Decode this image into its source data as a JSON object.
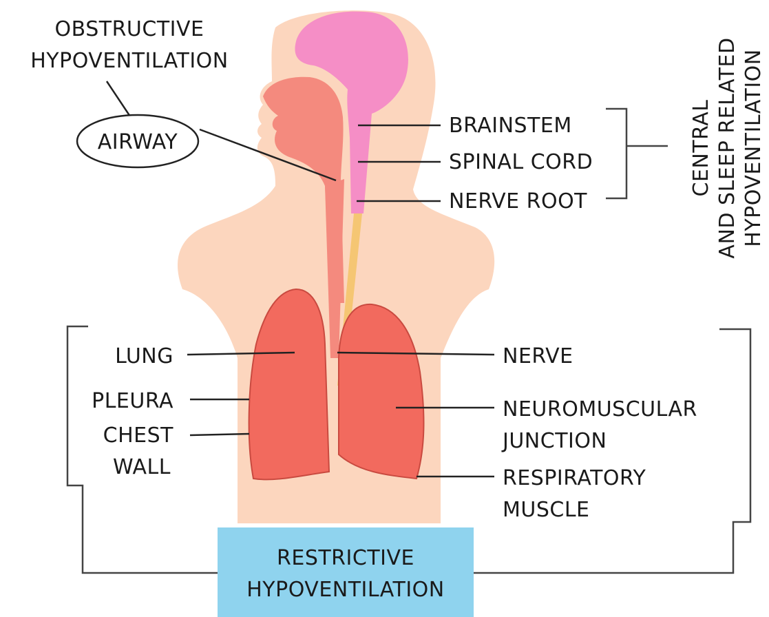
{
  "labels": {
    "obstructive_line1": "OBSTRUCTIVE",
    "obstructive_line2": "HYPOVENTILATION",
    "airway": "AIRWAY",
    "brainstem": "BRAINSTEM",
    "spinal_cord": "SPINAL CORD",
    "nerve_root": "NERVE ROOT",
    "central_line1": "CENTRAL",
    "central_line2": "AND SLEEP RELATED",
    "central_line3": "HYPOVENTILATION",
    "lung": "LUNG",
    "pleura": "PLEURA",
    "chest_line1": "CHEST",
    "chest_line2": "WALL",
    "nerve": "NERVE",
    "nmj_line1": "NEUROMUSCULAR",
    "nmj_line2": "JUNCTION",
    "resp_line1": "RESPIRATORY",
    "resp_line2": "MUSCLE",
    "restrictive_line1": "RESTRICTIVE",
    "restrictive_line2": "HYPOVENTILATION"
  },
  "colors": {
    "skin": "#fcd6be",
    "airway": "#f48a7e",
    "brain": "#f58ec6",
    "lung": "#f26a5e",
    "lung_outline": "#c94a40",
    "nerve": "#f4c46a",
    "restrictive_box": "#8fd3ee"
  }
}
